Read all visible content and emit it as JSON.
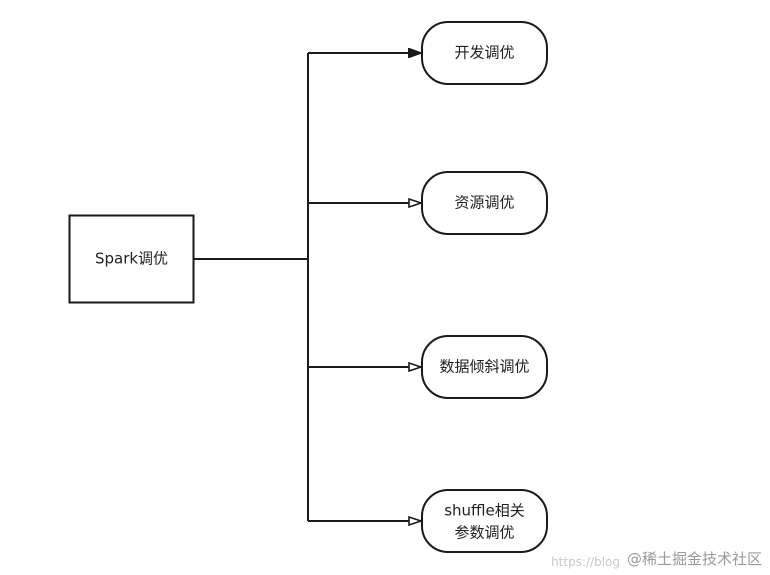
{
  "diagram": {
    "root": {
      "label": "Spark调优"
    },
    "children": [
      {
        "lines": [
          "开发调优"
        ]
      },
      {
        "lines": [
          "资源调优"
        ]
      },
      {
        "lines": [
          "数据倾斜调优"
        ]
      },
      {
        "lines": [
          "shuffle相关",
          "参数调优"
        ]
      }
    ]
  },
  "watermark": {
    "url_text": "https://blog",
    "brand_text": "@稀土掘金技术社区"
  }
}
